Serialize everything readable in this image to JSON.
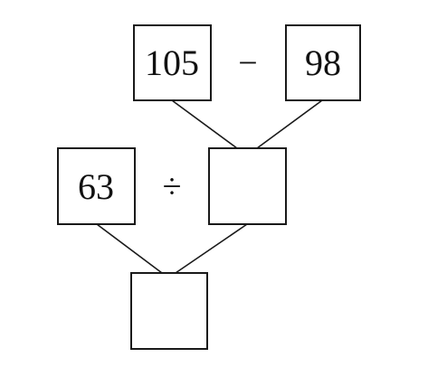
{
  "diagram": {
    "top_row": {
      "left_value": "105",
      "operator": "−",
      "right_value": "98"
    },
    "middle_row": {
      "left_value": "63",
      "operator": "÷",
      "right_value": ""
    },
    "bottom_row": {
      "result_value": ""
    }
  }
}
